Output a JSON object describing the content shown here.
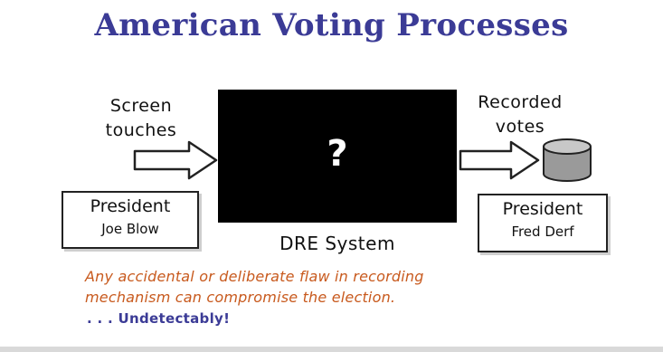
{
  "slide": {
    "title": "American Voting Processes",
    "input_label_line1": "Screen",
    "input_label_line2": "touches",
    "output_label_line1": "Recorded",
    "output_label_line2": "votes",
    "system_box_symbol": "?",
    "system_label": "DRE System",
    "ballot_in": {
      "role": "President",
      "name": "Joe Blow"
    },
    "ballot_out": {
      "role": "President",
      "name": "Fred Derf"
    },
    "warning_line1": "Any accidental or deliberate flaw in recording",
    "warning_line2": "mechanism can compromise the election.",
    "conclusion": ". . . Undetectably!"
  },
  "colors": {
    "title": "#3b3b96",
    "warning": "#c85a1e",
    "conclusion": "#3b3b96",
    "system_box": "#000000"
  },
  "icons": {
    "input_arrow": "right-arrow-icon",
    "output_arrow": "right-arrow-icon",
    "storage": "database-cylinder-icon"
  }
}
